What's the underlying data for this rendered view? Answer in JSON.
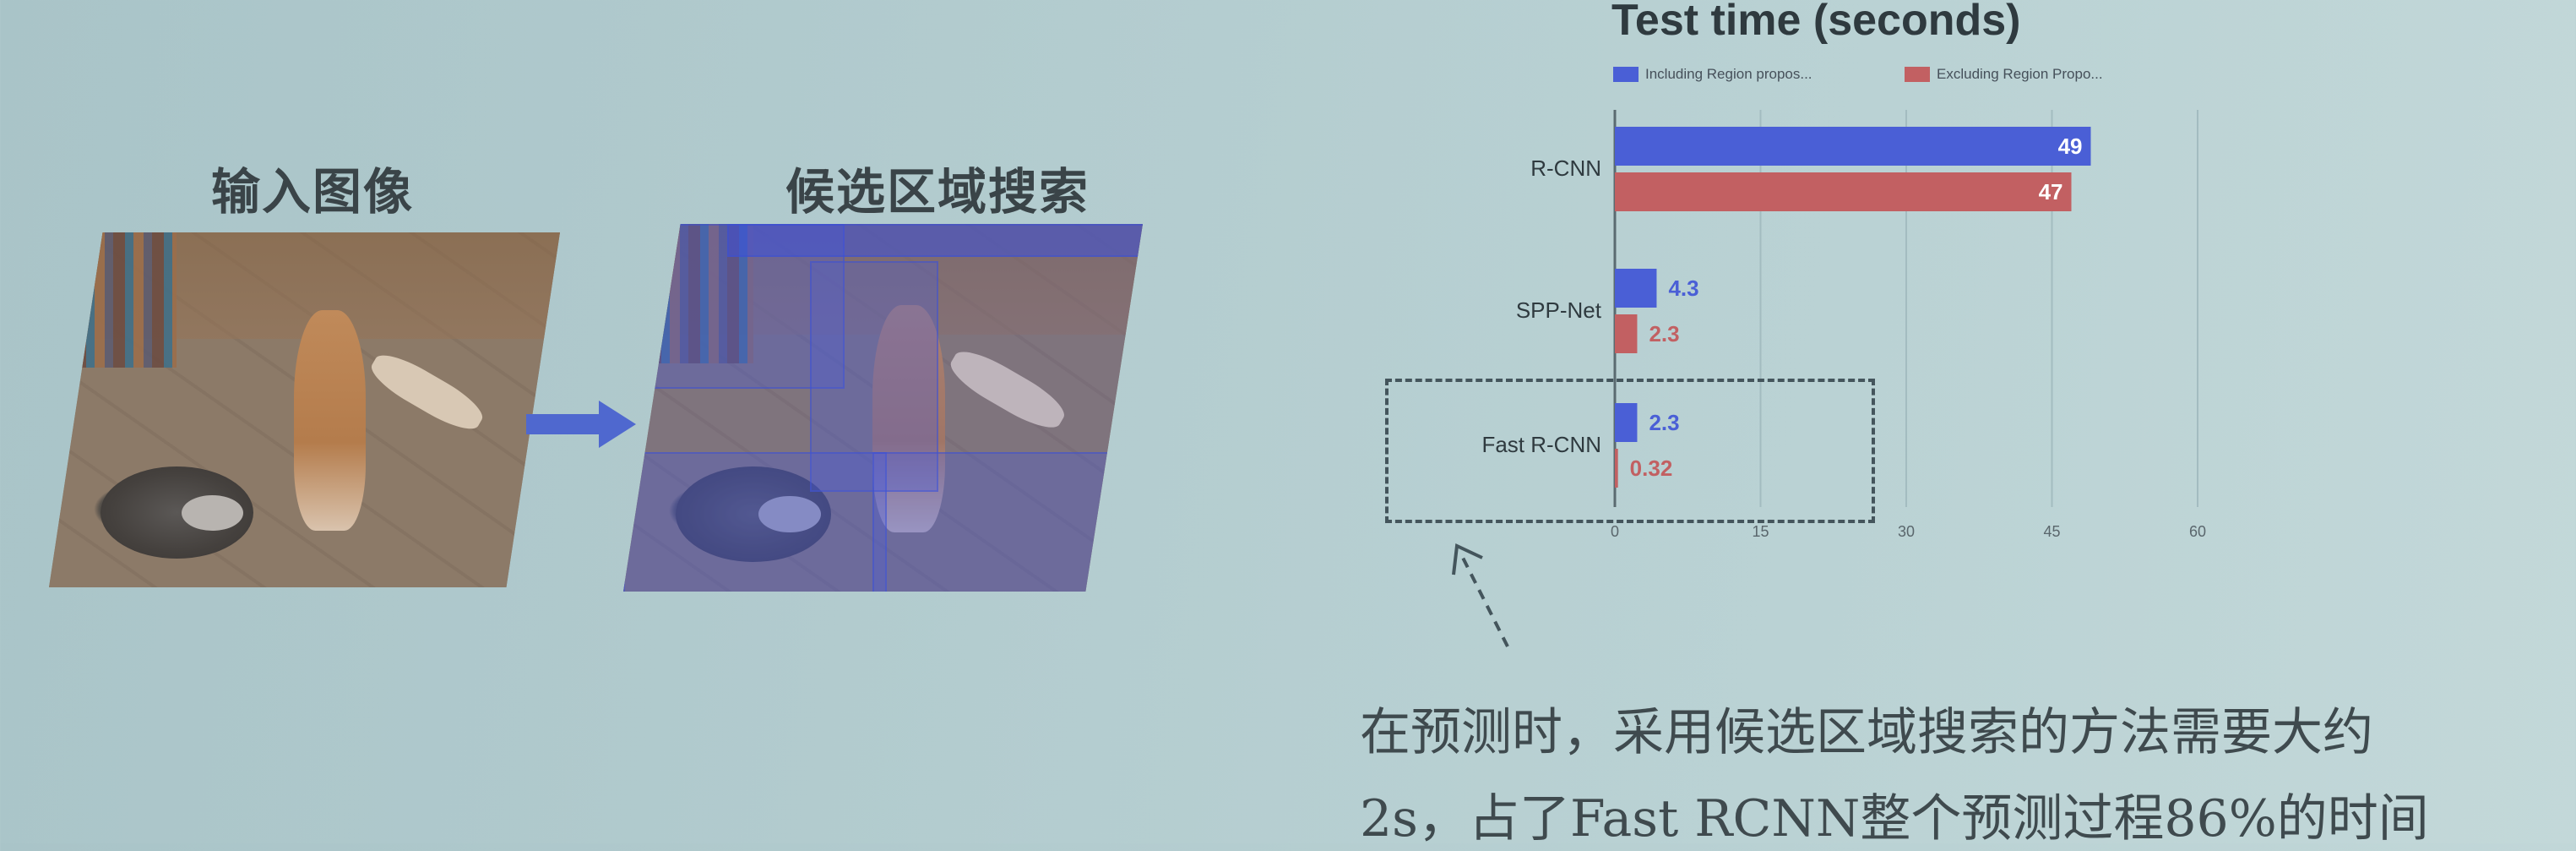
{
  "left_panel": {
    "heading_input": "输入图像",
    "heading_search": "候选区域搜索"
  },
  "chart_title": "Test time (seconds)",
  "legend": [
    {
      "label": "Including Region propos...",
      "color": "#4a5fd6"
    },
    {
      "label": "Excluding Region Propo...",
      "color": "#c26062"
    }
  ],
  "chart_data": {
    "type": "bar",
    "orientation": "horizontal",
    "title": "Test time (seconds)",
    "categories": [
      "R-CNN",
      "SPP-Net",
      "Fast R-CNN"
    ],
    "series": [
      {
        "name": "Including Region propos...",
        "values": [
          49,
          4.3,
          2.3
        ],
        "color": "#4a5fd6"
      },
      {
        "name": "Excluding Region Propo...",
        "values": [
          47,
          2.3,
          0.32
        ],
        "color": "#c26062"
      }
    ],
    "xlim": [
      0,
      60
    ],
    "xticks": [
      "0",
      "15",
      "30",
      "45",
      "60"
    ],
    "value_labels": [
      [
        "49",
        "4.3",
        "2.3"
      ],
      [
        "47",
        "2.3",
        "0.32"
      ]
    ],
    "legend_position": "top",
    "grid": "vertical"
  },
  "caption": {
    "line1": "在预测时，采用候选区域搜索的方法需要大约",
    "line2": "2s，占了Fast RCNN整个预测过程86%的时间"
  }
}
